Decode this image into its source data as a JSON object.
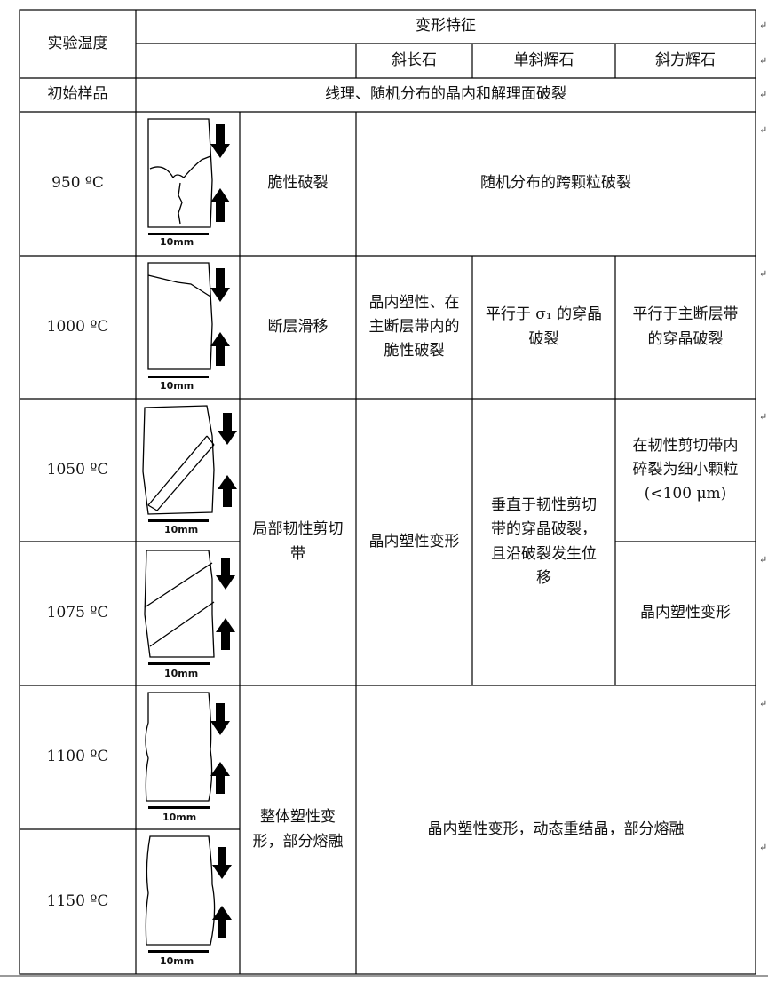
{
  "table": {
    "header": {
      "temperature": "实验温度",
      "features": "变形特征",
      "minerals": [
        "斜长石",
        "单斜辉石",
        "斜方辉石"
      ],
      "para_mark": "↵"
    },
    "initial_row": {
      "label": "初始样品",
      "text": "线理、随机分布的晶内和解理面破裂"
    },
    "rows": [
      {
        "temp": "950 ºC",
        "scale": "10mm"
      },
      {
        "temp": "1000 ºC",
        "scale": "10mm"
      },
      {
        "temp": "1050 ºC",
        "scale": "10mm"
      },
      {
        "temp": "1075 ºC",
        "scale": "10mm"
      },
      {
        "temp": "1100 ºC",
        "scale": "10mm"
      },
      {
        "temp": "1150 ºC",
        "scale": "10mm"
      }
    ],
    "cells": {
      "r950_mode": "脆性破裂",
      "r950_desc": "随机分布的跨颗粒破裂",
      "r1000_mode": "断层滑移",
      "r1000_plag": "晶内塑性、在\n主断层带内的\n脆性破裂",
      "r1000_cpx": "平行于 σ₁ 的穿晶\n破裂",
      "r1000_opx": "平行于主断层带\n的穿晶破裂",
      "r1050_opx": "在韧性剪切带内\n碎裂为细小颗粒\n(<100 μm)",
      "shear_mode": "局部韧性剪切\n带",
      "shear_plag": "晶内塑性变形",
      "shear_cpx": "垂直于韧性剪切\n带的穿晶破裂，\n且沿破裂发生位\n移",
      "r1075_opx": "晶内塑性变形",
      "melt_mode": "整体塑性变\n形，部分熔融",
      "melt_desc": "晶内塑性变形，动态重结晶，部分熔融"
    }
  }
}
